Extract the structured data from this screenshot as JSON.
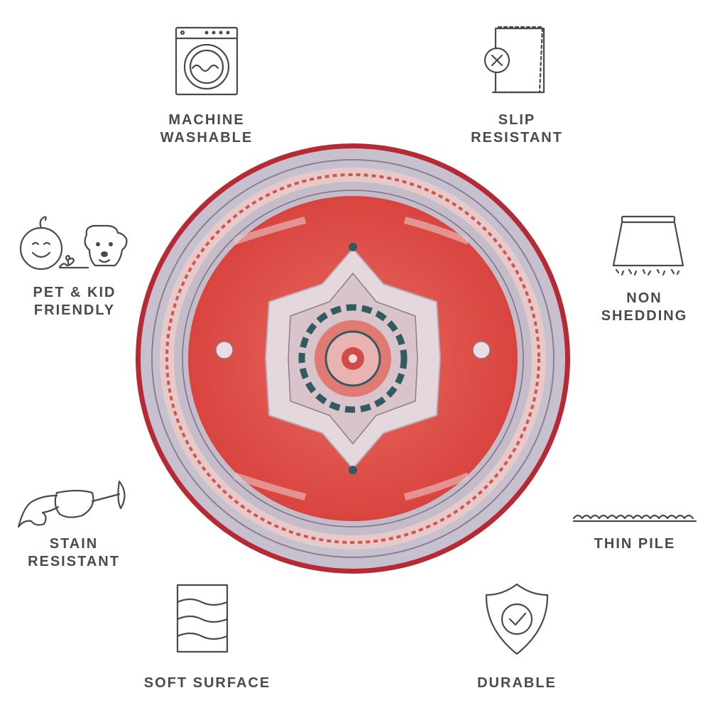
{
  "product": {
    "icon": "round-medallion-rug",
    "colors": {
      "field": "#e0514b",
      "border": "#c8c2cf",
      "edge": "#b52a34",
      "medallion": "#e9dfe2",
      "accent": "#2f5b62"
    }
  },
  "features": [
    {
      "id": "machine-washable",
      "icon": "washing-machine-icon",
      "lines": [
        "MACHINE",
        "WASHABLE"
      ]
    },
    {
      "id": "slip-resistant",
      "icon": "non-slip-mat-icon",
      "lines": [
        "SLIP",
        "RESISTANT"
      ]
    },
    {
      "id": "pet-kid-friendly",
      "icon": "child-and-dog-icon",
      "lines": [
        "PET & KID",
        "FRIENDLY"
      ]
    },
    {
      "id": "non-shedding",
      "icon": "no-shed-rug-icon",
      "lines": [
        "NON",
        "SHEDDING"
      ]
    },
    {
      "id": "stain-resistant",
      "icon": "spilled-wine-glass-icon",
      "lines": [
        "STAIN",
        "RESISTANT"
      ]
    },
    {
      "id": "thin-pile",
      "icon": "thin-pile-icon",
      "lines": [
        "THIN PILE"
      ]
    },
    {
      "id": "soft-surface",
      "icon": "soft-surface-icon",
      "lines": [
        "SOFT SURFACE"
      ]
    },
    {
      "id": "durable",
      "icon": "shield-check-icon",
      "lines": [
        "DURABLE"
      ]
    }
  ]
}
